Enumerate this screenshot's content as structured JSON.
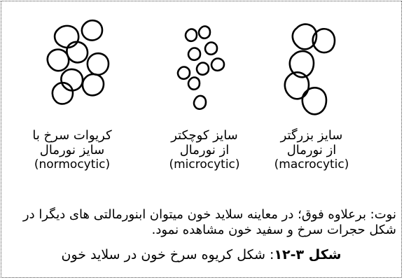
{
  "groups": [
    {
      "id": "macrocytic",
      "line1": "سایز بزرگتر",
      "line2": "از نورمال",
      "latin": "(macrocytic)"
    },
    {
      "id": "microcytic",
      "line1": "سایز کوچکتر",
      "line2": "از نورمال",
      "latin": "(microcytic)"
    },
    {
      "id": "normocytic",
      "line1": "کریوات سرخ با",
      "line2": "سایز نورمال",
      "latin": "(normocytic)"
    }
  ],
  "note": "نوت: برعلاوه فوق؛ در معاینه سلاید خون میتوان ابنورمالتی های دیگرا در شکل حجرات سرخ و سفید خون  مشاهده نمود.",
  "figure_caption": {
    "label": "شکل ۳-۱۲",
    "text": ": شکل کریوه سرخ خون در سلاید خون"
  }
}
